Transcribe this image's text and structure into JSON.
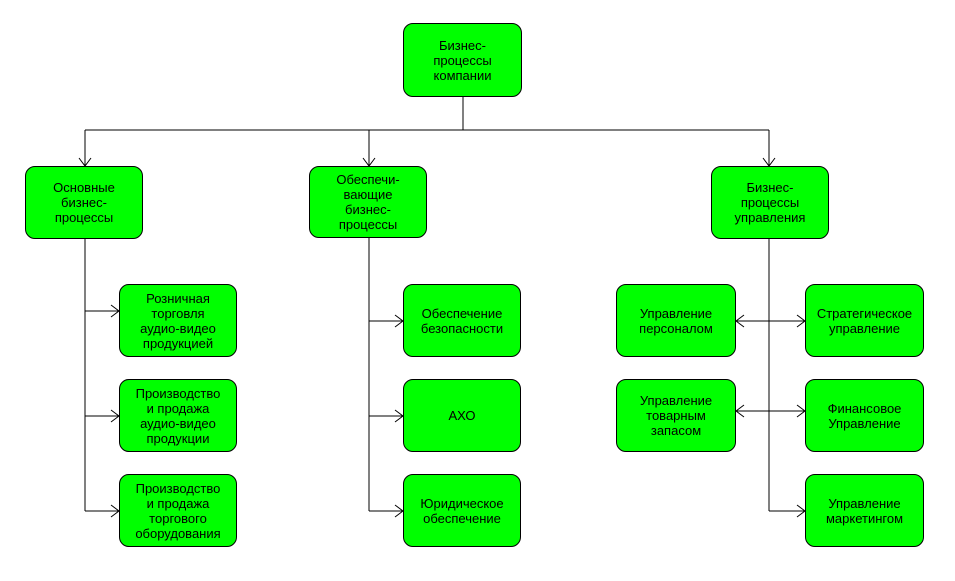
{
  "root": {
    "label": "Бизнес-\nпроцессы\nкомпании"
  },
  "branches": [
    {
      "label": "Основные\nбизнес-\nпроцессы",
      "children": [
        "Розничная\nторговля\nаудио-видео\nпродукцией",
        "Производство\nи продажа\nаудио-видео\nпродукции",
        "Производство\nи продажа\nторгового\nоборудования"
      ]
    },
    {
      "label": "Обеспечи-\nвающие\nбизнес-\nпроцессы",
      "children": [
        "Обеспечение\nбезопасности",
        "АХО",
        "Юридическое\nобеспечение"
      ]
    },
    {
      "label": "Бизнес-\nпроцессы\nуправления",
      "left_children": [
        "Управление\nперсоналом",
        "Управление\nтоварным\nзапасом"
      ],
      "right_children": [
        "Стратегическое\nуправление",
        "Финансовое\nУправление",
        "Управление\nмаркетингом"
      ]
    }
  ],
  "colors": {
    "node_fill": "#00ff00",
    "stroke": "#000000",
    "background": "#ffffff"
  }
}
